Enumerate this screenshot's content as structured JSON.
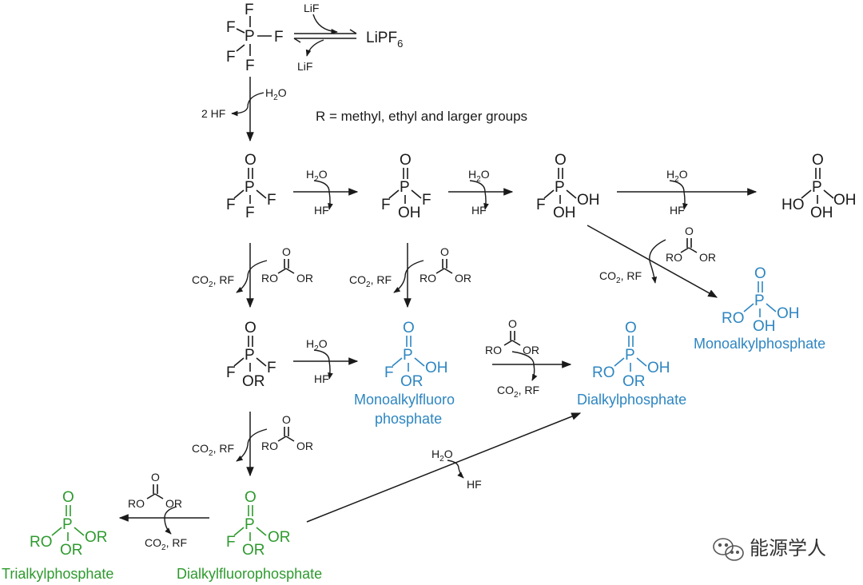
{
  "note": "R = methyl, ethyl and larger groups",
  "colors": {
    "black": "#1a1a1a",
    "blue": "#2e86c1",
    "green": "#2e9a2e"
  },
  "reagents": {
    "lif": "LiF",
    "lipf6": "LiPF",
    "lipf6_sub": "6",
    "h2o_h": "H",
    "h2o_sub": "2",
    "h2o_o": "O",
    "hf": "HF",
    "two_hf": "2 HF",
    "co2_c": "CO",
    "co2_sub": "2",
    "co2_rest": ", RF",
    "carbonate_ro": "RO",
    "carbonate_or": "OR",
    "carbonate_o": "O"
  },
  "atoms": {
    "P": "P",
    "F": "F",
    "O": "O",
    "OH": "OH",
    "HO": "HO",
    "RO": "RO",
    "OR": "OR"
  },
  "names": {
    "monoalkylphosphate": "Monoalkylphosphate",
    "monoalkylfluoro_1": "Monoalkylfluoro",
    "monoalkylfluoro_2": "phosphate",
    "dialkylphosphate": "Dialkylphosphate",
    "trialkylphosphate": "Trialkylphosphate",
    "dialkylfluorophosphate": "Dialkylfluorophosphate"
  },
  "watermark": "能源学人",
  "watermark_icon": "wechat-icon"
}
